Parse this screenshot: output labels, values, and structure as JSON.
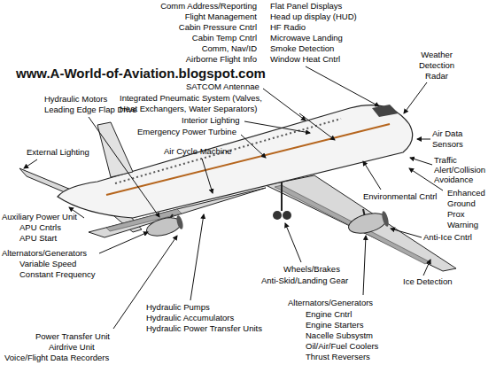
{
  "diagram": {
    "labels": [
      "Comm Address/Reporting",
      "Flight Management",
      "Cabin Pressure Cntrl",
      "Cabin Temp Cntrl",
      "Comm, Nav/ID",
      "Airborne Flight Info",
      "Flat Panel Displays",
      "Head up display (HUD)",
      "HF Radio",
      "Microwave Landing",
      "Smoke Detection",
      "Window Heat Cntrl",
      "www.A-World-of-Aviation.blogspot.com",
      "Weather Detection Radar",
      "SATCOM Antennae",
      "Integrated Pneumatic System (Valves, Heat Exchangers, Water Separators)",
      "Interior Lighting",
      "Hydraulic Motors",
      "Leading Edge Flap Drive",
      "External Lighting",
      "Emergency Power Turbine",
      "Air Cycle Machine",
      "Air Data Sensors",
      "Traffic Alert/Collision Avoidance",
      "Enhanced Ground Prox Warning",
      "Environmental Cntrl",
      "Anti-Ice Cntrl",
      "Auxiliary Power Unit",
      "APU Cntrls",
      "APU Start",
      "Alternators/Generators",
      "Variable Speed",
      "Constant Frequency",
      "Wheels/Brakes",
      "Anti-Skid/Landing Gear",
      "Ice Detection",
      "Hydraulic Pumps",
      "Hydraulic Accumulators",
      "Hydraulic Power Transfer Units",
      "Alternators/Generators",
      "Engine Cntrl",
      "Engine Starters",
      "Nacelle Subsystm",
      "Oil/Air/Fuel Coolers",
      "Thrust Reversers",
      "Power Transfer Unit",
      "Airdrive Unit",
      "Voice/Flight Data Recorders"
    ]
  }
}
